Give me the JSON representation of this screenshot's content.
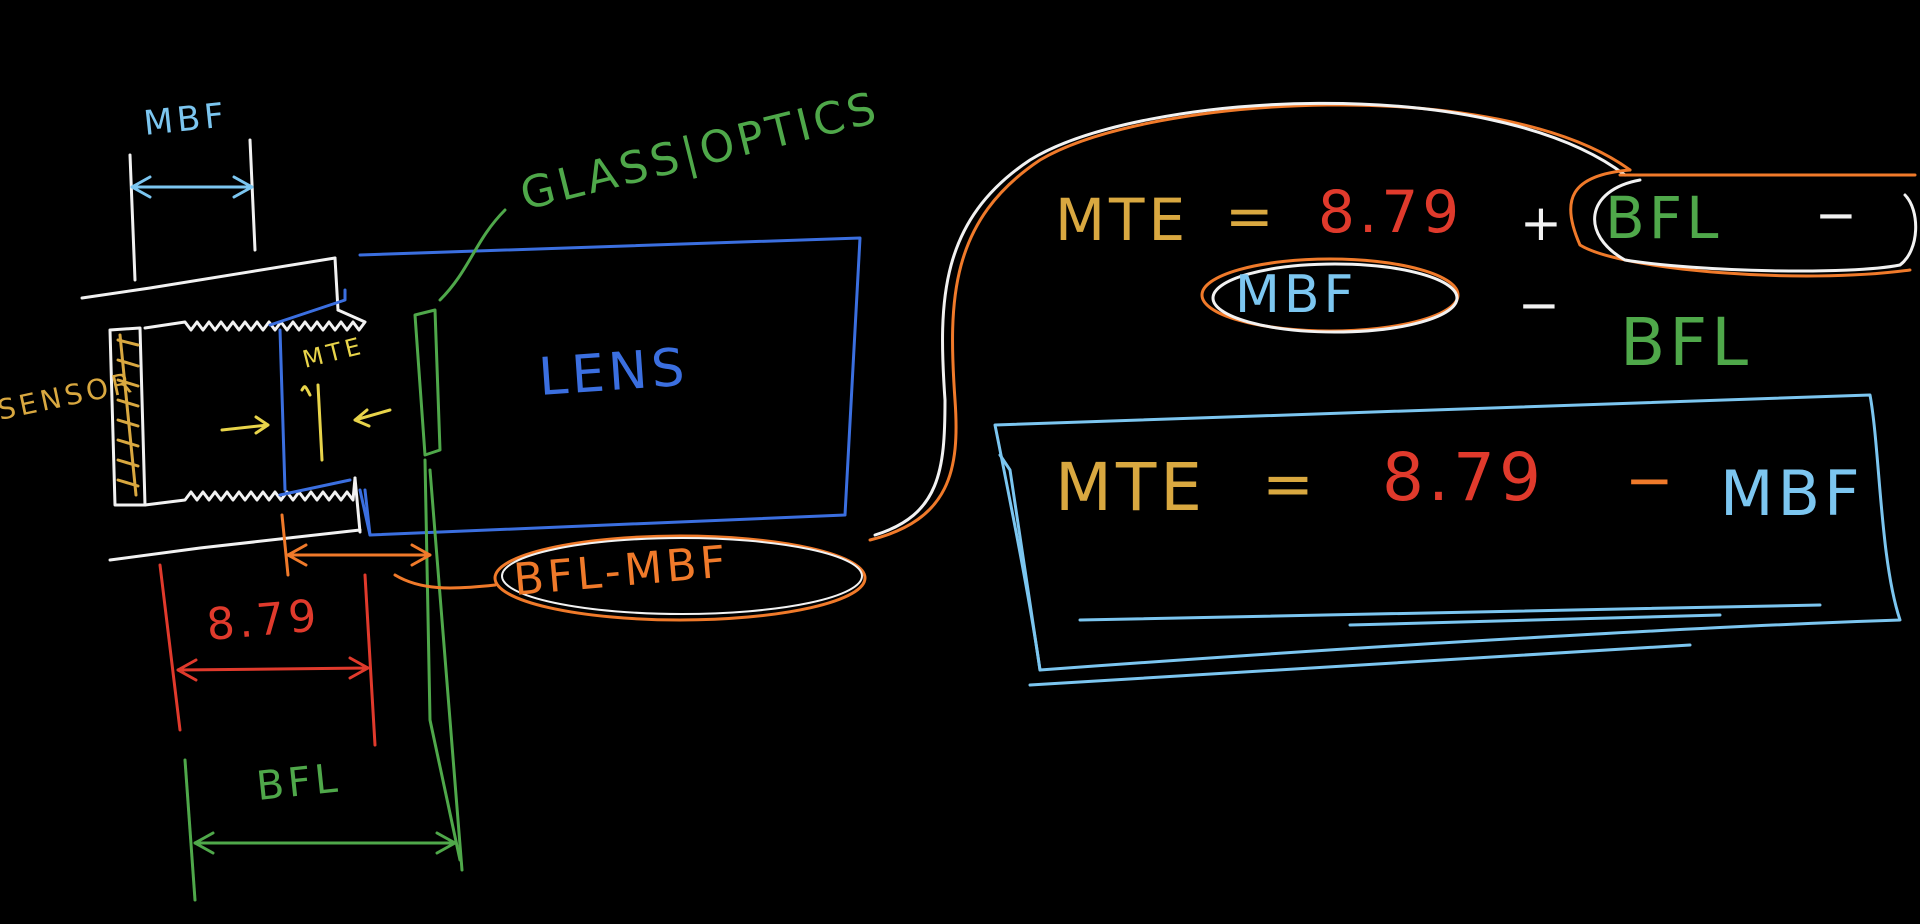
{
  "colors": {
    "white": "#f2f2f2",
    "blue": "#3b6fe0",
    "lightblue": "#7cc6f0",
    "green": "#4fa84a",
    "orange": "#f07a2a",
    "yellow": "#e8d44a",
    "gold": "#d9a840",
    "red": "#e03a2c"
  },
  "labels": {
    "mbf_top": "MBF",
    "glass_optics": "GLASS|OPTICS",
    "sensor": "SENSOR",
    "mte_small": "MTE",
    "lens": "LENS",
    "dim_879": "8.79",
    "bfl_bottom": "BFL",
    "bfl_minus_mbf": "BFL-MBF"
  },
  "equation_1": {
    "lhs": "MTE",
    "eq": "=",
    "num": "8.79",
    "plus": "+",
    "bfl": "BFL",
    "minus1": "−",
    "mbf": "MBF",
    "minus2": "−",
    "bfl2": "BFL"
  },
  "equation_2": {
    "lhs": "MTE",
    "eq": "=",
    "num": "8.79",
    "minus": "−",
    "mbf": "MBF"
  }
}
